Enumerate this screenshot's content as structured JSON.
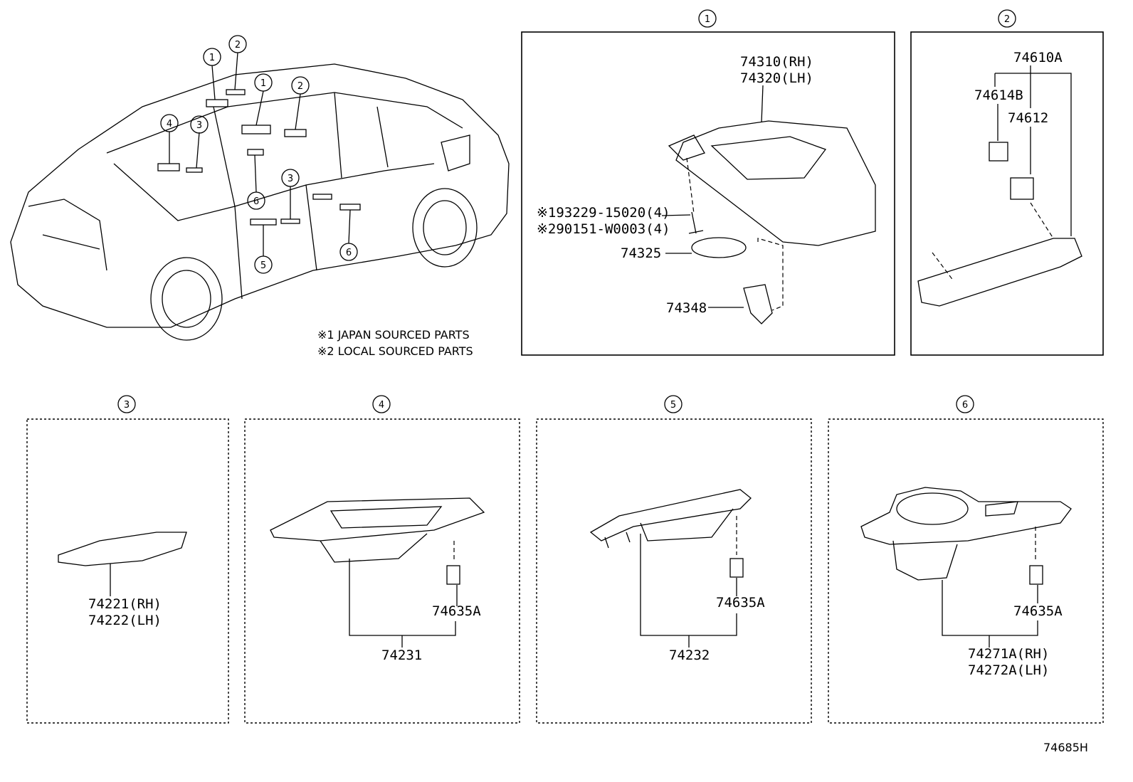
{
  "overview": {
    "notes": [
      "※1 JAPAN SOURCED PARTS",
      "※2 LOCAL SOURCED PARTS"
    ],
    "callouts": [
      "1",
      "2",
      "1",
      "2",
      "4",
      "3",
      "3",
      "6",
      "6",
      "5"
    ]
  },
  "panels": {
    "p1": {
      "num": "1",
      "label_a": "74310(RH)",
      "label_b": "74320(LH)",
      "screw_a": "※193229-15020(4)",
      "screw_b": "※290151-W0003(4)",
      "holder": "74325",
      "clip": "74348"
    },
    "p2": {
      "num": "2",
      "assy": "74610A",
      "plug": "74614B",
      "cap": "74612"
    },
    "p3": {
      "num": "3",
      "label_a": "74221(RH)",
      "label_b": "74222(LH)"
    },
    "p4": {
      "num": "4",
      "clip": "74635A",
      "assy": "74231"
    },
    "p5": {
      "num": "5",
      "clip": "74635A",
      "assy": "74232"
    },
    "p6": {
      "num": "6",
      "clip": "74635A",
      "label_a": "74271A(RH)",
      "label_b": "74272A(LH)"
    }
  },
  "footer": {
    "code": "74685H"
  }
}
